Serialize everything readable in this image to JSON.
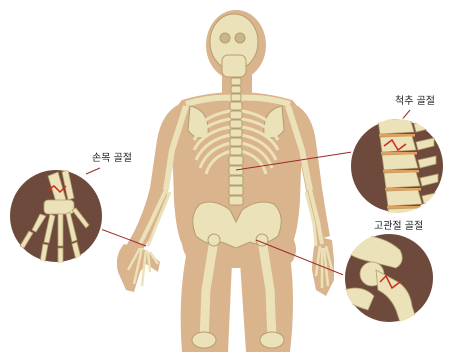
{
  "diagram": {
    "callouts": [
      {
        "id": "wrist",
        "label": "손목 골절",
        "icon": "wrist-fracture-magnified"
      },
      {
        "id": "spine",
        "label": "척추 골절",
        "icon": "spine-fracture-magnified"
      },
      {
        "id": "hip",
        "label": "고관절 골절",
        "icon": "hip-fracture-magnified"
      }
    ],
    "colors": {
      "skin": "#d9b48c",
      "bone": "#ece2b9",
      "bone_outline": "#b39f6e",
      "inset_background": "#6e4a3c",
      "fracture_line": "#d12a1c",
      "leader_line": "#9b2a28"
    }
  }
}
